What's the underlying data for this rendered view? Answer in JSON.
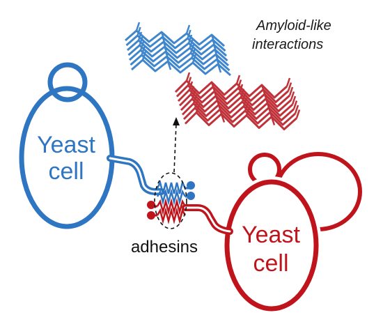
{
  "cells": {
    "blue": {
      "label_line1": "Yeast",
      "label_line2": "cell",
      "color": "#2E75C2"
    },
    "red": {
      "label_line1": "Yeast",
      "label_line2": "cell",
      "color": "#C0141C"
    }
  },
  "interaction_label_line1": "Amyloid-like",
  "interaction_label_line2": "interactions",
  "adhesins_label": "adhesins",
  "colors": {
    "blue_cell": "#2E75C2",
    "red_cell": "#C0141C",
    "blue_structure": "#3F86CC",
    "red_structure": "#C0323A",
    "arrow": "#111111"
  }
}
